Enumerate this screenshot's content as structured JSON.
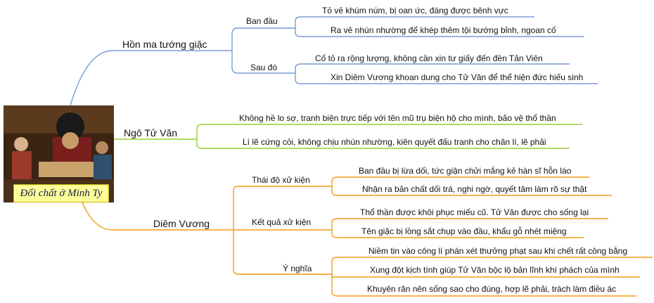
{
  "root": {
    "label": "Đối chất ở Minh Ty",
    "image": "illustration of a judge at a desk with figures"
  },
  "colors": {
    "blue": "#7a9cd3",
    "green": "#9acd32",
    "orange": "#f39c12"
  },
  "branches": [
    {
      "label": "Hồn ma tướng giặc",
      "color": "#7a9cd3",
      "subs": [
        {
          "label": "Ban đầu",
          "leaves": [
            "Tỏ vẻ khúm núm, bị oan ức, đáng được bênh vực",
            "Ra vẻ nhún nhường để khép thêm tội bướng bỉnh, ngoan cố"
          ]
        },
        {
          "label": "Sau đó",
          "leaves": [
            "Cố tỏ ra rộng lượng, không cần xin tư giấy đến đền Tản Viên",
            "Xin Diêm Vương khoan dung cho Tử Văn để thể hiện đức hiếu sinh"
          ]
        }
      ]
    },
    {
      "label": "Ngô Tử Văn",
      "color": "#9acd32",
      "leaves": [
        "Không hề lo sợ, tranh biện trực tiếp với tên mũ trụ biện hộ cho mình, bảo vệ thổ thần",
        "Lí lẽ cứng cỏi, không chịu nhún nhường, kiên quyết đấu tranh cho chân lí, lẽ phải"
      ]
    },
    {
      "label": "Diêm Vương",
      "color": "#f39c12",
      "subs": [
        {
          "label": "Thái độ xử kiện",
          "leaves": [
            "Ban đầu bị lừa dối, tức giận chửi mắng kẻ hàn sĩ hỗn láo",
            "Nhận ra bản chất dối trá, nghi ngờ, quyết tâm làm rõ sự thật"
          ]
        },
        {
          "label": "Kết quả xử kiện",
          "leaves": [
            "Thổ thần được khôi phục miếu cũ. Tử Văn được cho sống lại",
            "Tên giặc bị lồng sắt chụp vào đầu, khẩu gỗ nhét miệng"
          ]
        },
        {
          "label": "Ý nghĩa",
          "leaves": [
            "Niềm tin vào công lí phán xét thưởng phạt sau khi chết rất công bằng",
            "Xung đột kịch tính giúp Tử Văn bộc lộ bản lĩnh khí phách của mình",
            "Khuyên răn nên sống sao cho đúng, hợp lẽ phải, trách làm điều ác"
          ]
        }
      ]
    }
  ]
}
